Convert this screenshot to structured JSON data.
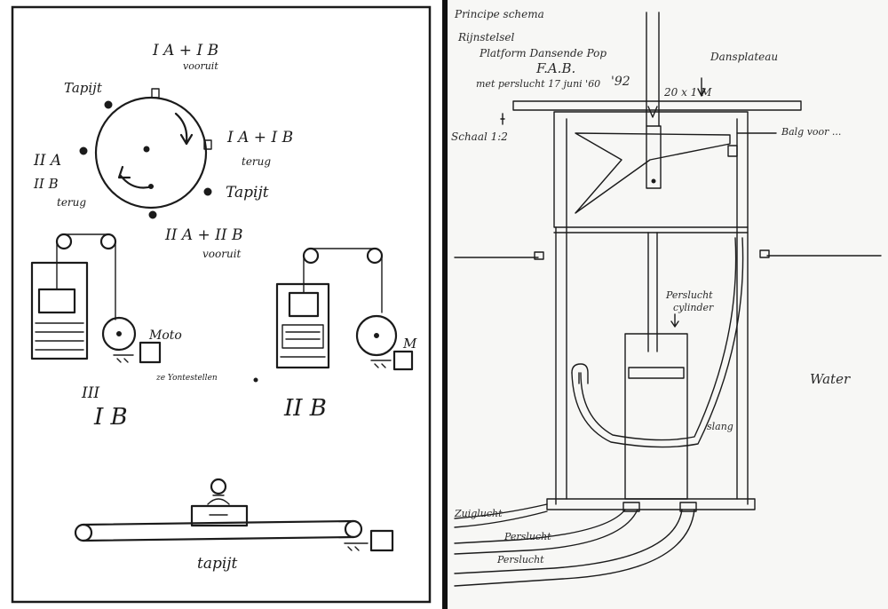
{
  "left_sketch": {
    "labels": {
      "top_station": "I A + I B",
      "top_station_sub": "vooruit",
      "right_station": "I A + I B",
      "right_station_sub": "terug",
      "left_station_a": "II A",
      "left_station_b": "II B",
      "left_station_sub": "terug",
      "bottom_station": "II A + II B",
      "bottom_station_sub": "vooruit",
      "tapijt_top": "Tapijt",
      "tapijt_right": "Tapijt",
      "motor_label": "Moto",
      "note": "ze Yontestellen",
      "panel_left_a": "III",
      "panel_left_b": "I B",
      "panel_right": "II B",
      "motor_right": "M",
      "conveyor_label": "tapijt"
    }
  },
  "right_sketch": {
    "labels": {
      "title_1": "Principe schema",
      "title_2": "Rijnstelsel",
      "title_3": "Platform Dansende Pop",
      "signature": "F.A.B.",
      "date": "met perslucht 17 juni '60",
      "year": "'92",
      "dance_plate": "Dansplateau",
      "dimension": "20 x 1 M",
      "scale": "Schaal 1:2",
      "bellows": "Balg voor ...",
      "cylinder_1": "Perslucht",
      "cylinder_2": "cylinder",
      "water": "Water",
      "hose": "slang",
      "pipe_1": "Zuiglucht",
      "pipe_2": "Perslucht",
      "pipe_3": "Perslucht"
    }
  }
}
